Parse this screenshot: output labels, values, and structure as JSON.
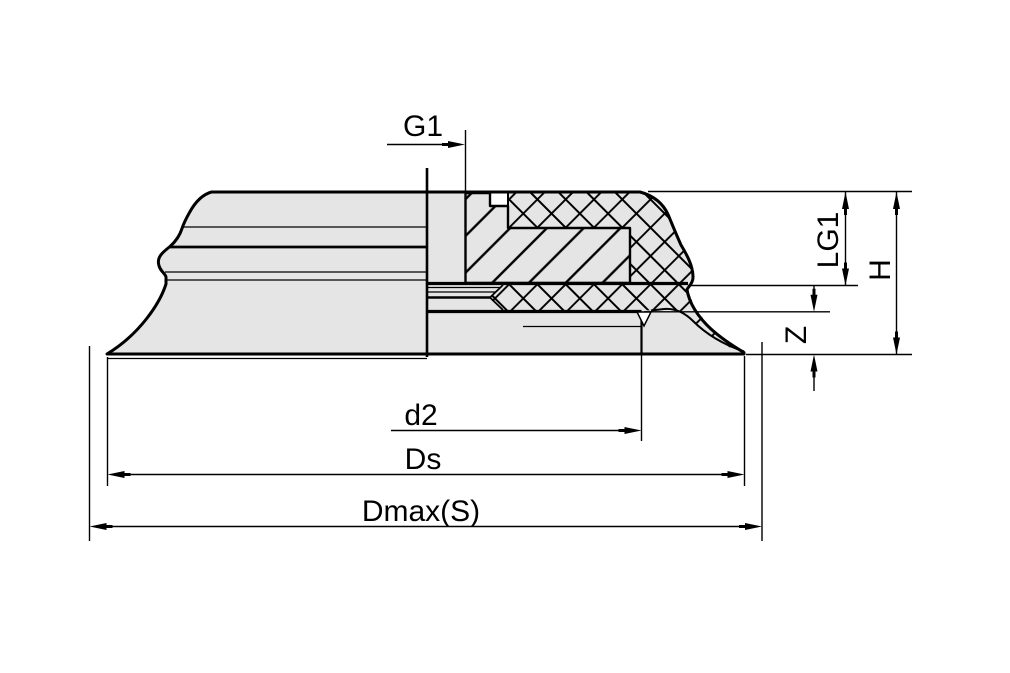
{
  "drawing": {
    "title": "suction-cup-half-section-technical-drawing",
    "dimension_labels": {
      "g1": "G1",
      "lg1": "LG1",
      "h": "H",
      "z": "Z",
      "d2": "d2",
      "ds": "Ds",
      "dmax_s": "Dmax(S)"
    },
    "colors": {
      "background": "#ffffff",
      "part_fill": "#e5e5e5",
      "line": "#000000"
    }
  }
}
